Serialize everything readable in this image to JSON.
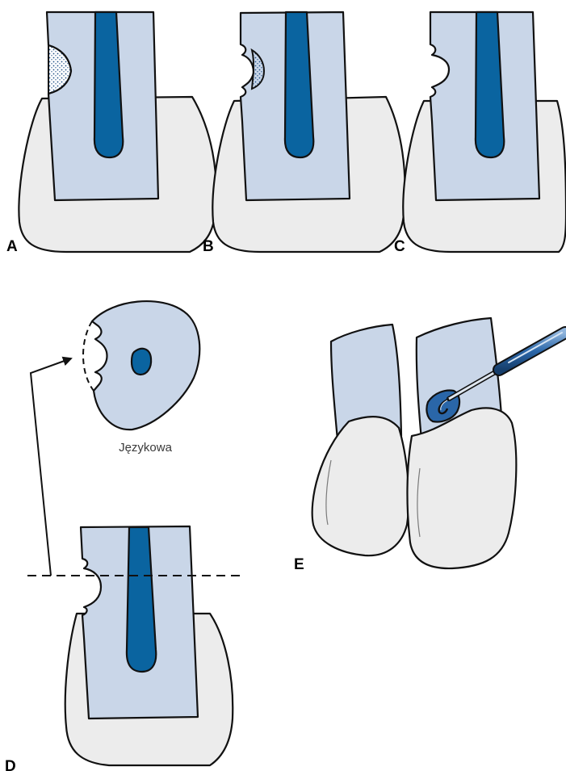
{
  "panels": {
    "a": {
      "label": "A"
    },
    "b": {
      "label": "B"
    },
    "c": {
      "label": "C"
    },
    "d": {
      "label": "D",
      "caption": "Językowa"
    },
    "e": {
      "label": "E"
    }
  },
  "colors": {
    "root": "#c9d6e8",
    "pulp": "#0a64a0",
    "bone": "#ececec",
    "caries_dots": "#1f4f86",
    "instrument": "#2a66a8",
    "outline": "#111111"
  }
}
